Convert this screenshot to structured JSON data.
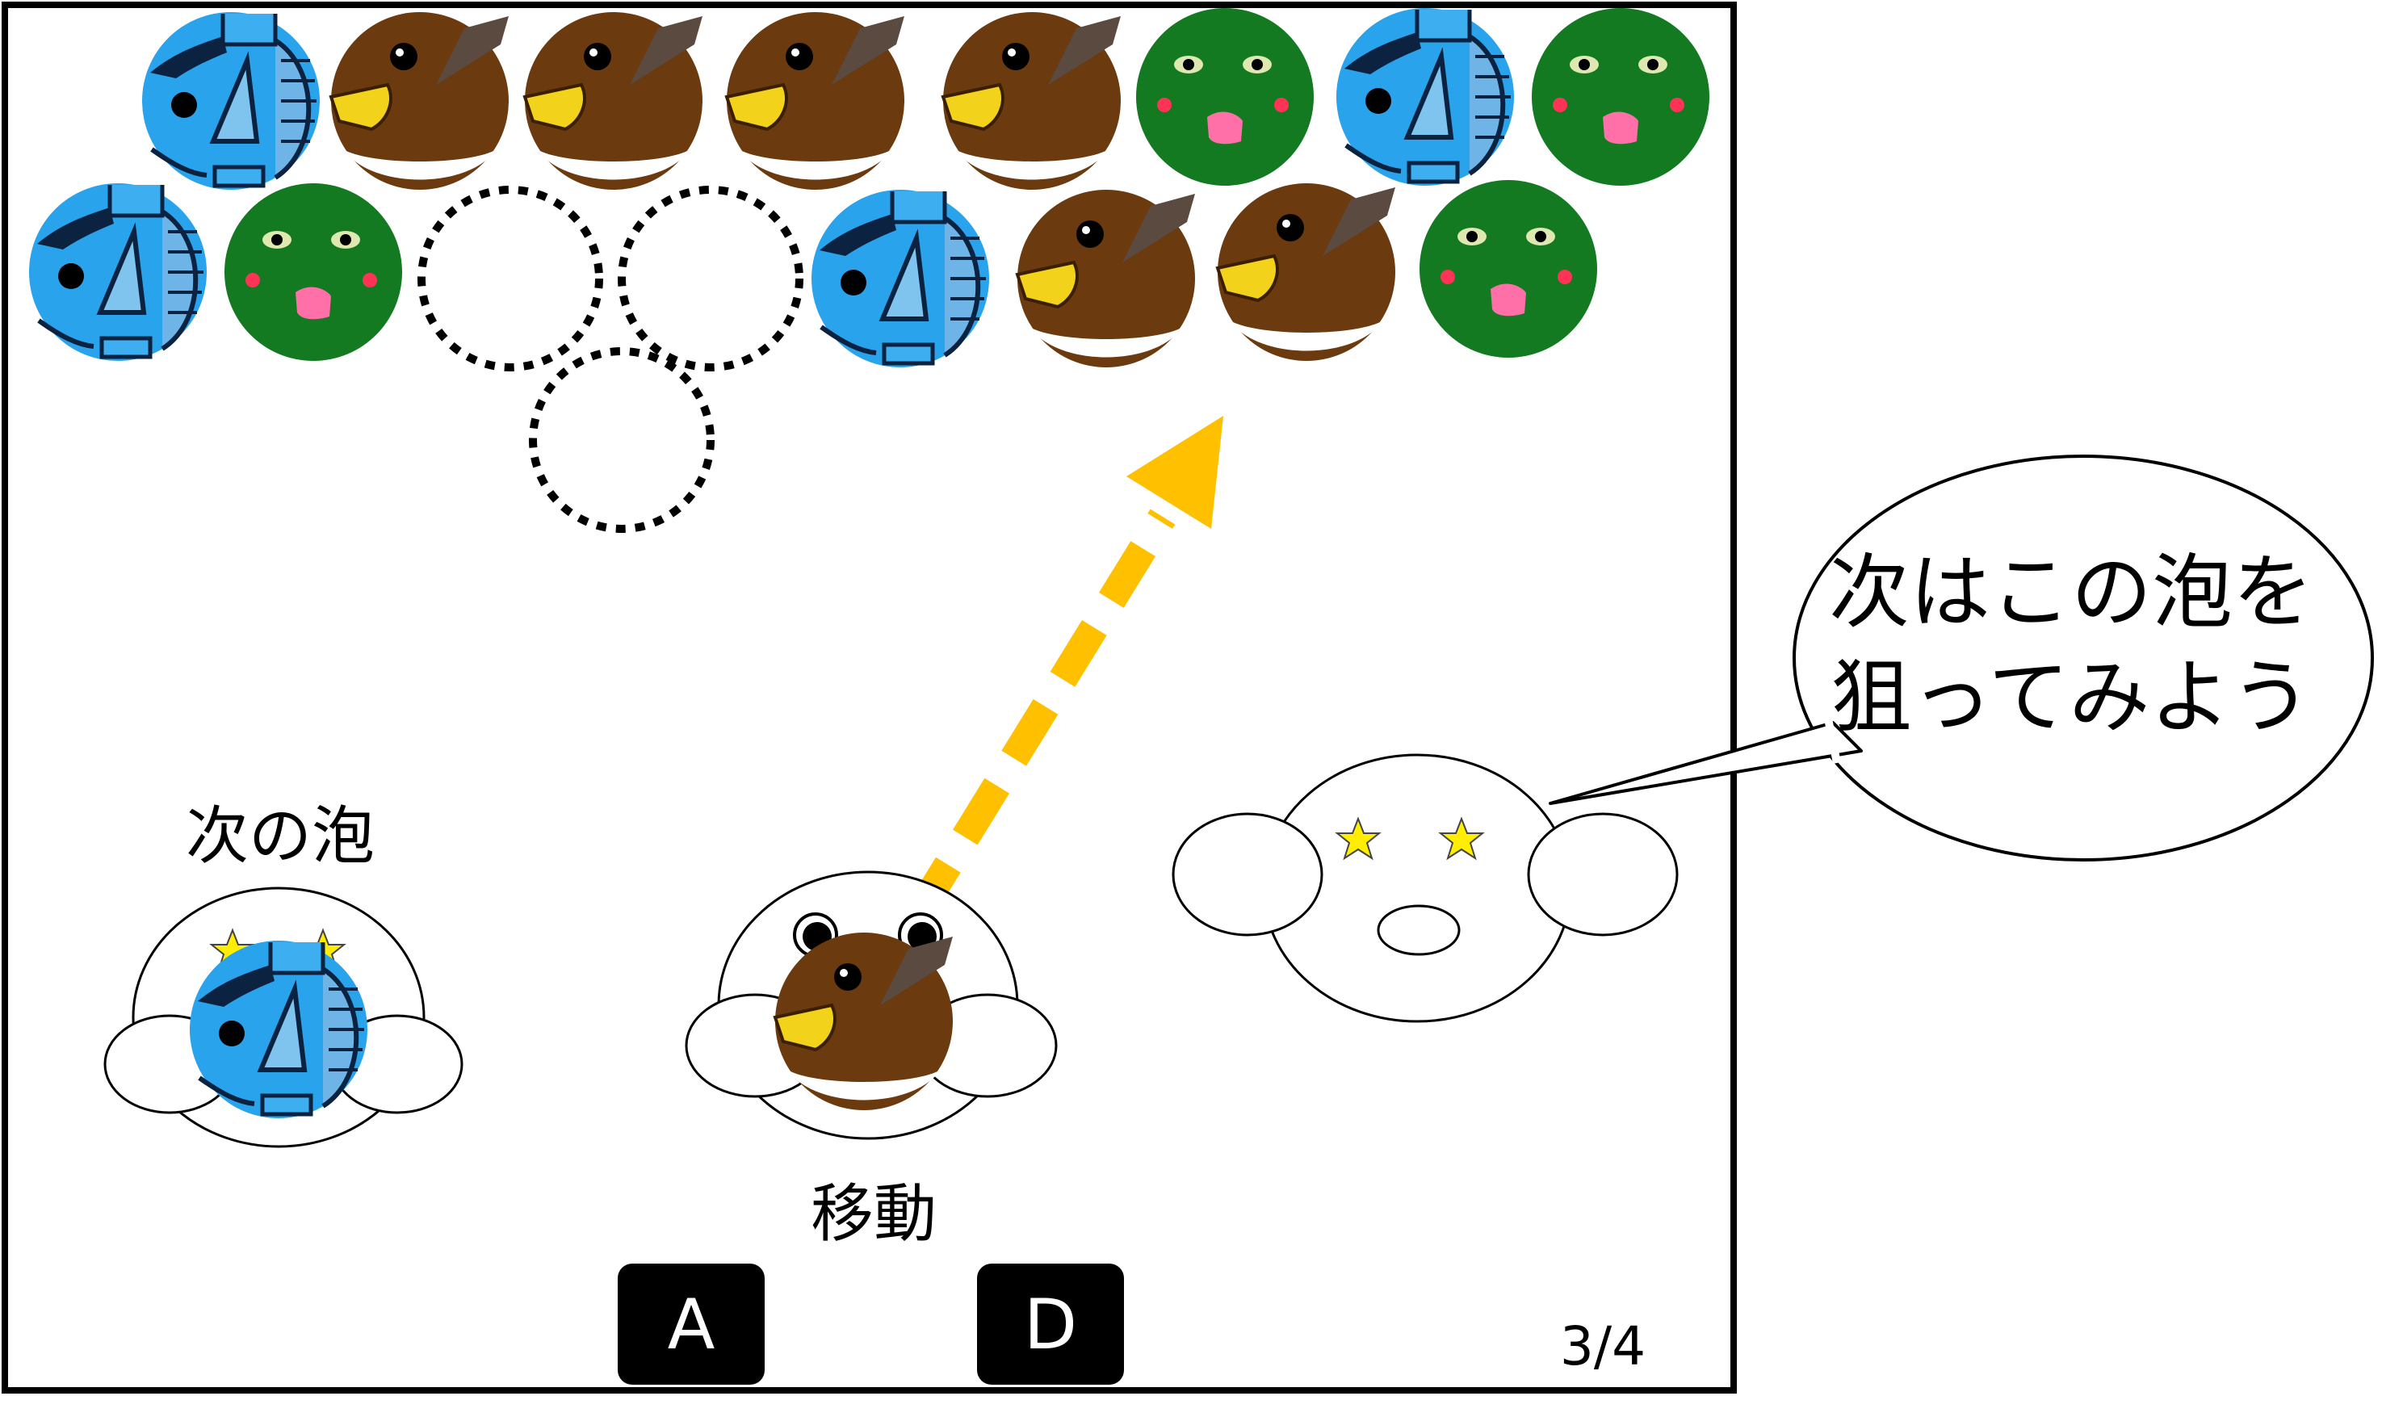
{
  "tutorial": {
    "speech_bubble_line1": "次はこの泡を",
    "speech_bubble_line2": "狙ってみよう",
    "next_bubble_label": "次の泡",
    "move_label": "移動",
    "key_left": "A",
    "key_right": "D",
    "page_indicator": "3/4"
  },
  "bubble_grid": {
    "row_1": [
      "blue-fish",
      "brown-bird",
      "brown-bird",
      "brown-bird",
      "brown-bird",
      "green-face",
      "blue-fish",
      "green-face"
    ],
    "row_2": [
      "blue-fish",
      "green-face",
      "empty-slot",
      "empty-slot",
      "blue-fish",
      "brown-bird",
      "brown-bird",
      "green-face"
    ],
    "row_3": [
      "empty-slot"
    ]
  },
  "next_bubble": "blue-fish",
  "current_bubble": "brown-bird",
  "colors": {
    "blue_fish": "#29a3eb",
    "brown_bird": "#6b3a0f",
    "green_face": "#137a22",
    "aim_arrow": "#ffc000",
    "frame": "#000000"
  }
}
